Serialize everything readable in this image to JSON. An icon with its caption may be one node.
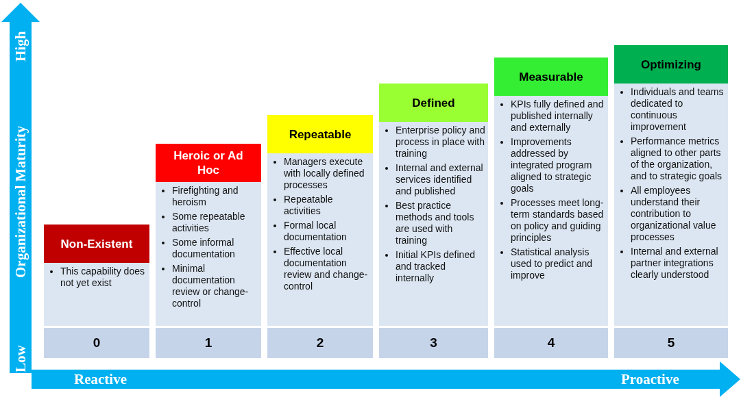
{
  "diagram": {
    "nodes": [
      {
        "text": [
          "Non-Existent"
        ]
      },
      {
        "text": [
          "This capability does not yet exist"
        ]
      },
      {
        "text": [
          "0"
        ]
      },
      {
        "text": [
          "Heroic or Ad Hoc"
        ]
      },
      {
        "text": [
          "Firefighting and heroism",
          "Some repeatable activities",
          "Some informal documentation",
          "Minimal documentation review or change-control"
        ]
      },
      {
        "text": [
          "1"
        ]
      },
      {
        "text": [
          "Repeatable"
        ]
      },
      {
        "text": [
          "Managers execute with locally defined processes",
          "Repeatable activities",
          "Formal local documentation",
          "Effective local documentation review and change-control"
        ]
      },
      {
        "text": [
          "2"
        ]
      },
      {
        "text": [
          "Defined"
        ]
      },
      {
        "text": [
          "Enterprise policy and process in place with training",
          "Internal and external services identified and published",
          "Best practice methods and tools are used with training",
          "Initial KPIs defined and tracked internally"
        ]
      },
      {
        "text": [
          "3"
        ]
      },
      {
        "text": [
          "Measurable"
        ]
      },
      {
        "text": [
          "KPIs fully defined and published internally and externally",
          "Improvements addressed by integrated program aligned to strategic goals",
          "Processes meet long-term standards based on policy and guiding principles",
          "Statistical analysis used to predict and improve"
        ]
      },
      {
        "text": [
          "4"
        ]
      },
      {
        "text": [
          "Optimizing"
        ]
      },
      {
        "text": [
          "Individuals and teams dedicated to continuous improvement",
          "Performance metrics aligned to other parts of the organization, and to strategic goals",
          "All employees understand their contribution to organizational value processes",
          "Internal and external partner integrations clearly understood"
        ]
      },
      {
        "text": [
          "5"
        ]
      }
    ],
    "labels": [
      "High",
      "Organizational Maturity",
      "Low",
      "Reactive",
      "Proactive"
    ]
  }
}
